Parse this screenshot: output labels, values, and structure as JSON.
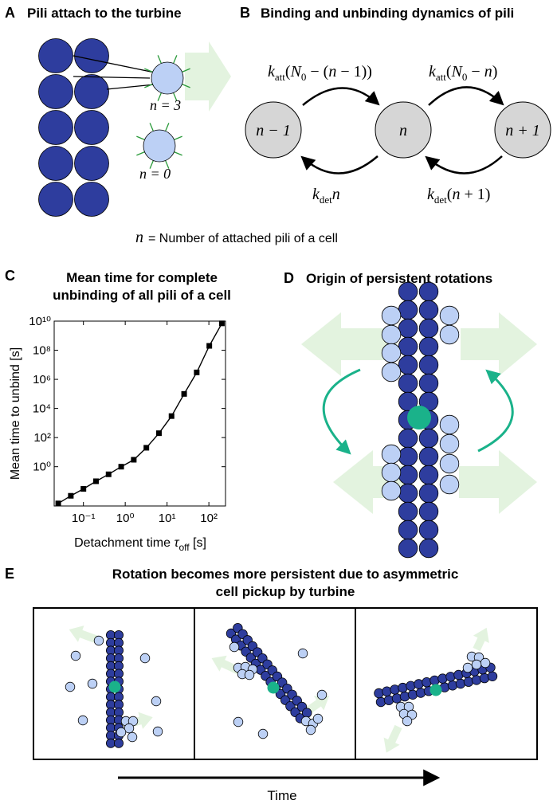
{
  "panels": {
    "a": {
      "letter": "A",
      "title": "Pili attach to the turbine",
      "label_attached": "n = 3",
      "label_free": "n = 0"
    },
    "b": {
      "letter": "B",
      "title": "Binding and unbinding dynamics of pili",
      "states": [
        "n − 1",
        "n",
        "n + 1"
      ],
      "rate_att_left": "katt(N0 − (n − 1))",
      "rate_att_right": "katt(N0 − n)",
      "rate_det_left": "kdetn",
      "rate_det_right": "kdet(n + 1)",
      "definition_symbol": "n",
      "definition_text": "= Number of attached pili of a cell"
    },
    "c": {
      "letter": "C",
      "title_line1": "Mean time for complete",
      "title_line2": "unbinding of all pili of a cell"
    },
    "d": {
      "letter": "D",
      "title": "Origin of persistent rotations"
    },
    "e": {
      "letter": "E",
      "title_line1": "Rotation becomes more persistent due to asymmetric",
      "title_line2": "cell pickup by turbine",
      "time_label": "Time"
    }
  },
  "colors": {
    "cell_dark": "#2e3d9e",
    "cell_light": "#bcd0f5",
    "state_fill": "#d6d6d6",
    "turbine_center": "#1ab28a",
    "arrow_fill": "#e3f3df",
    "pili": "#2a9a3a"
  },
  "chart_data": {
    "type": "line",
    "title": "Mean time for complete unbinding of all pili of a cell",
    "xlabel": "Detachment time τoff [s]",
    "ylabel": "Mean time to unbind [s]",
    "xscale": "log",
    "yscale": "log",
    "xlim": [
      0.02,
      250
    ],
    "ylim": [
      0.002,
      10000000000
    ],
    "xticks": [
      0.1,
      1,
      10,
      100
    ],
    "xtick_labels": [
      "10⁻¹",
      "10⁰",
      "10¹",
      "10²"
    ],
    "yticks": [
      1,
      100,
      10000,
      1000000,
      100000000,
      10000000000
    ],
    "ytick_labels": [
      "10⁰",
      "10²",
      "10⁴",
      "10⁶",
      "10⁸",
      "10¹⁰"
    ],
    "grid": false,
    "series": [
      {
        "x": [
          0.025,
          0.05,
          0.1,
          0.2,
          0.4,
          0.8,
          1.6,
          3.2,
          6.4,
          12.8,
          25.6,
          51.2,
          102.4,
          204.8
        ],
        "y": [
          0.003,
          0.01,
          0.03,
          0.1,
          0.3,
          1.0,
          3.0,
          20,
          200,
          3000,
          100000,
          3000000,
          200000000,
          7000000000
        ]
      }
    ]
  }
}
